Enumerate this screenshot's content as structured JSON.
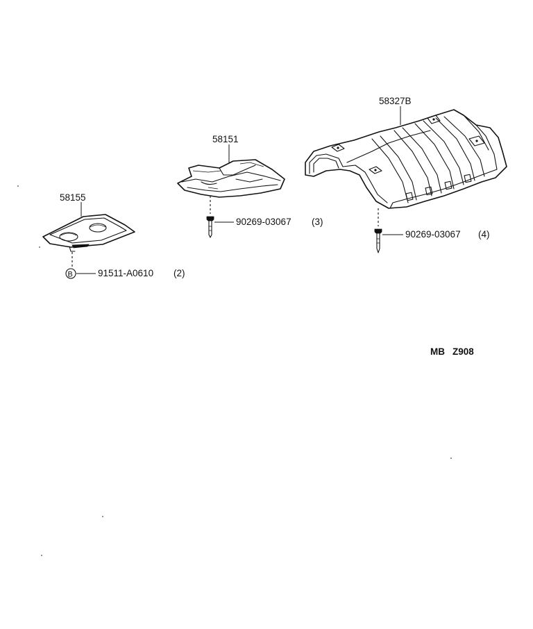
{
  "parts": {
    "heat_insulator_left": {
      "number": "58155"
    },
    "heat_insulator_center": {
      "number": "58151"
    },
    "heat_insulator_main": {
      "number": "58327B"
    }
  },
  "fasteners": {
    "bolt_left": {
      "symbol": "B",
      "number": "91511-A0610",
      "qty": "(2)"
    },
    "clip_center": {
      "number": "90269-03067",
      "qty": "(3)"
    },
    "clip_right": {
      "number": "90269-03067",
      "qty": "(4)"
    }
  },
  "diagram_code": {
    "prefix": "MB",
    "code": "Z908"
  }
}
